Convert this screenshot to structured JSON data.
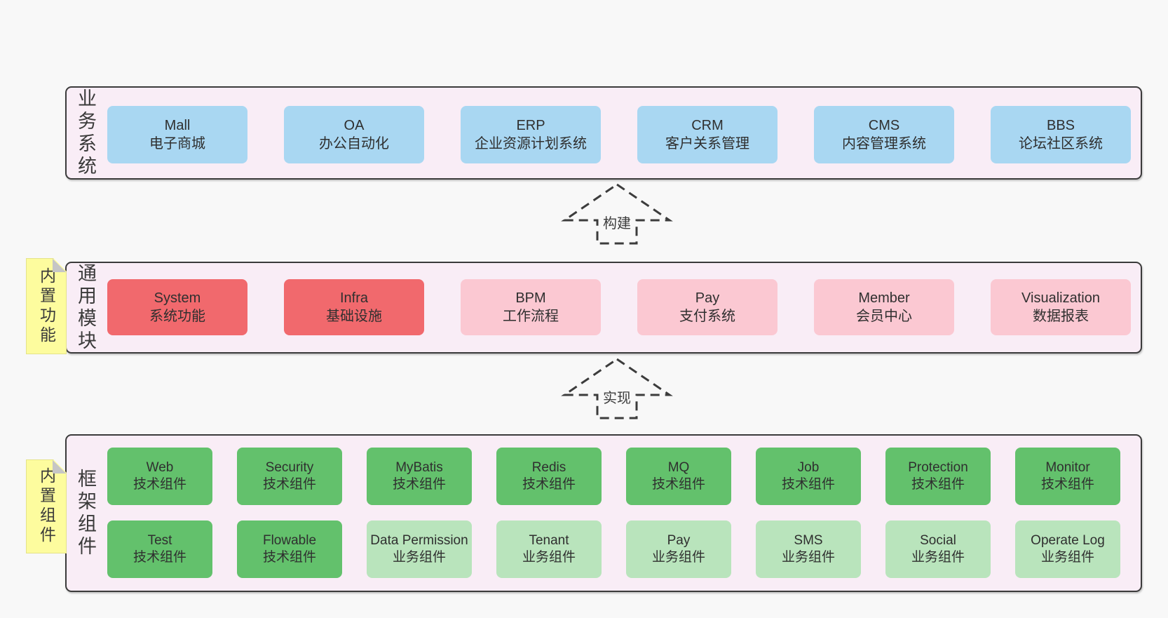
{
  "diagram": {
    "colors": {
      "page_bg": "#f8f8f8",
      "band_bg": "#f9edf6",
      "band_border": "#3b3b3b",
      "node_blue": "#a9d7f2",
      "node_red": "#f1696d",
      "node_pink": "#fbc8d2",
      "node_green": "#63c16c",
      "node_green_light": "#b9e4bc",
      "sticky_yellow": "#fdfc9e",
      "text": "#3a3a3a"
    },
    "arrows": [
      {
        "label": "构建"
      },
      {
        "label": "实现"
      }
    ],
    "bands": [
      {
        "label": "业务系统",
        "boxes": [
          {
            "name": "Mall",
            "desc": "电子商城"
          },
          {
            "name": "OA",
            "desc": "办公自动化"
          },
          {
            "name": "ERP",
            "desc": "企业资源计划系统"
          },
          {
            "name": "CRM",
            "desc": "客户关系管理"
          },
          {
            "name": "CMS",
            "desc": "内容管理系统"
          },
          {
            "name": "BBS",
            "desc": "论坛社区系统"
          }
        ]
      },
      {
        "label": "通用模块",
        "sticky": "内置功能",
        "boxes": [
          {
            "name": "System",
            "desc": "系统功能"
          },
          {
            "name": "Infra",
            "desc": "基础设施"
          },
          {
            "name": "BPM",
            "desc": "工作流程"
          },
          {
            "name": "Pay",
            "desc": "支付系统"
          },
          {
            "name": "Member",
            "desc": "会员中心"
          },
          {
            "name": "Visualization",
            "desc": "数据报表"
          }
        ]
      },
      {
        "label": "框架组件",
        "sticky": "内置组件",
        "rows": [
          [
            {
              "name": "Web",
              "desc": "技术组件"
            },
            {
              "name": "Security",
              "desc": "技术组件"
            },
            {
              "name": "MyBatis",
              "desc": "技术组件"
            },
            {
              "name": "Redis",
              "desc": "技术组件"
            },
            {
              "name": "MQ",
              "desc": "技术组件"
            },
            {
              "name": "Job",
              "desc": "技术组件"
            },
            {
              "name": "Protection",
              "desc": "技术组件"
            },
            {
              "name": "Monitor",
              "desc": "技术组件"
            }
          ],
          [
            {
              "name": "Test",
              "desc": "技术组件"
            },
            {
              "name": "Flowable",
              "desc": "技术组件"
            },
            {
              "name": "Data Permission",
              "desc": "业务组件"
            },
            {
              "name": "Tenant",
              "desc": "业务组件"
            },
            {
              "name": "Pay",
              "desc": "业务组件"
            },
            {
              "name": "SMS",
              "desc": "业务组件"
            },
            {
              "name": "Social",
              "desc": "业务组件"
            },
            {
              "name": "Operate Log",
              "desc": "业务组件"
            }
          ]
        ]
      }
    ]
  }
}
